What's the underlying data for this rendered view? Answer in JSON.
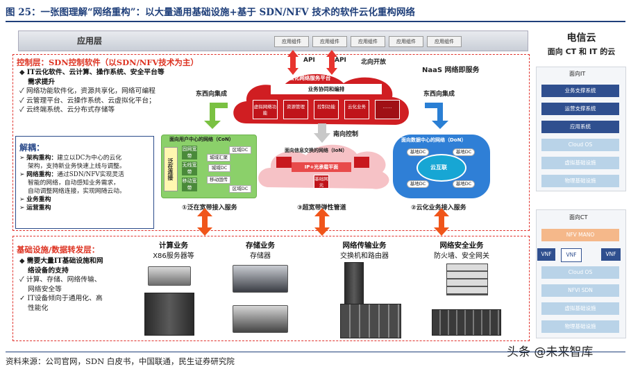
{
  "title": "图 25：一张图理解“网络重构”：以大量通用基础设施+基于 SDN/NFV 技术的软件云化重构网络",
  "source": "资料来源：公司官网，SDN 白皮书，中国联通，民生证券研究院",
  "watermark": "头条 @未来智库",
  "app_layer": {
    "title": "应用层",
    "chips": [
      "应用组件",
      "应用组件",
      "应用组件",
      "应用组件",
      "应用组件"
    ]
  },
  "control": {
    "title": "控制层：SDN控制软件（以SDN/NFV技术为主）",
    "bullets": [
      {
        "head": "IT云化软件、云计算、操作系统、安全平台等",
        "head2": "需求提升",
        "subs": [
          "网络功能软件化，资源共享化，网络可编程",
          "云管理平台、云操作系统、云虚拟化平台；",
          "云终端系统、云分布式存储等"
        ]
      }
    ],
    "api": [
      "API",
      "API"
    ],
    "north": "北向开放",
    "naas": "NaaS 网络即服务",
    "cloud_platform": "④云化网络服务平台",
    "orchestration": "业务协同和编排",
    "red_modules": [
      "虚拟网络功能",
      "资源管理",
      "控制功能",
      "云化业务",
      "……"
    ],
    "ew_left": "东西向集成",
    "ew_right": "东西向集成",
    "south": "南向控制"
  },
  "explain": {
    "title": "解耦：",
    "items": [
      {
        "head": "架构重构：",
        "text": [
          "建立以DC为中心的云化",
          "架构，支持新业务快速上线与调整。"
        ]
      },
      {
        "head": "网络重构：",
        "text": [
          "通过SDN/NFV实现灵活",
          "智能的网络，自动感知业务需求，",
          "自动调整网络连接，实现网随云动。"
        ]
      },
      {
        "head": "业务重构",
        "text": []
      },
      {
        "head": "运营重构",
        "text": []
      }
    ]
  },
  "networks": {
    "con": {
      "title": "面向用户中心的网络（CoN）",
      "left": "泛在连接",
      "chips": [
        "固网宽带",
        "无线宽带",
        "移动宽带"
      ],
      "dcs": [
        "区域DC",
        "城域汇聚",
        "城域DC",
        "移动固传",
        "区域DC"
      ],
      "caption": "①泛在宽带接入服务"
    },
    "ion": {
      "title": "面向信息交换的网络（IoN）",
      "core": "IP+光承载平面",
      "modules": [
        "基础网元"
      ],
      "caption": "③超宽带弹性管道"
    },
    "don": {
      "title": "面向数据中心的网络（DoN）",
      "core": "云互联",
      "dcs": [
        "基地DC",
        "基地DC",
        "基地DC",
        "基地DC"
      ],
      "caption": "②云化业务接入服务"
    }
  },
  "infra": {
    "title": "基础设施/数据转发层：",
    "bullets": [
      {
        "head": "需要大量IT基础设施和网",
        "head2": "络设备的支持",
        "subs": [
          "计算、存储、网络传输、",
          "网络安全等",
          "IT设备倾向于通用化、高",
          "性能化"
        ]
      }
    ],
    "categories": [
      {
        "name": "计算业务",
        "sub": "X86服务器等"
      },
      {
        "name": "存储业务",
        "sub": "存储器"
      },
      {
        "name": "网络传输业务",
        "sub": "交换机和路由器"
      },
      {
        "name": "网络安全业务",
        "sub": "防火墙、安全网关"
      }
    ]
  },
  "right": {
    "heading": "电信云",
    "subheading": "面向 CT 和 IT 的云",
    "it": {
      "title": "面向IT",
      "items": [
        "业务支撑系统",
        "运营支撑系统",
        "应用系统",
        "Cloud OS",
        "虚拟基础设施",
        "物理基础设施"
      ]
    },
    "ct": {
      "title": "面向CT",
      "nfv": "NFV MANO",
      "vnfs": [
        "VNF",
        "VNF",
        "VNF"
      ],
      "items": [
        "Cloud OS",
        "NFVI SDN",
        "虚拟基础设施",
        "物理基础设施"
      ]
    }
  }
}
